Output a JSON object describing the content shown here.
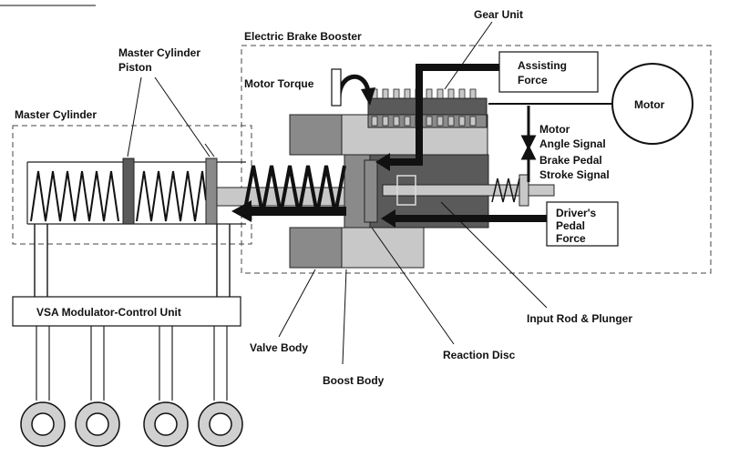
{
  "diagram": {
    "labels": {
      "gear_unit": "Gear Unit",
      "electric_brake_booster": "Electric Brake Booster",
      "master_cylinder_piston_line1": "Master Cylinder",
      "master_cylinder_piston_line2": "Piston",
      "motor_torque": "Motor Torque",
      "assisting_force_line1": "Assisting",
      "assisting_force_line2": "Force",
      "motor": "Motor",
      "master_cylinder": "Master Cylinder",
      "motor_angle_signal_line1": "Motor",
      "motor_angle_signal_line2": "Angle Signal",
      "brake_pedal_stroke_signal_line1": "Brake Pedal",
      "brake_pedal_stroke_signal_line2": "Stroke Signal",
      "drivers_pedal_force_line1": "Driver's",
      "drivers_pedal_force_line2": "Pedal",
      "drivers_pedal_force_line3": "Force",
      "vsa_modulator_control_unit": "VSA Modulator-Control Unit",
      "input_rod_plunger": "Input Rod & Plunger",
      "valve_body": "Valve Body",
      "reaction_disc": "Reaction Disc",
      "boost_body": "Boost Body"
    },
    "colors": {
      "dark_gray": "#5a5a5a",
      "mid_gray": "#8a8a8a",
      "light_gray": "#c8c8c8",
      "black": "#111111"
    }
  }
}
